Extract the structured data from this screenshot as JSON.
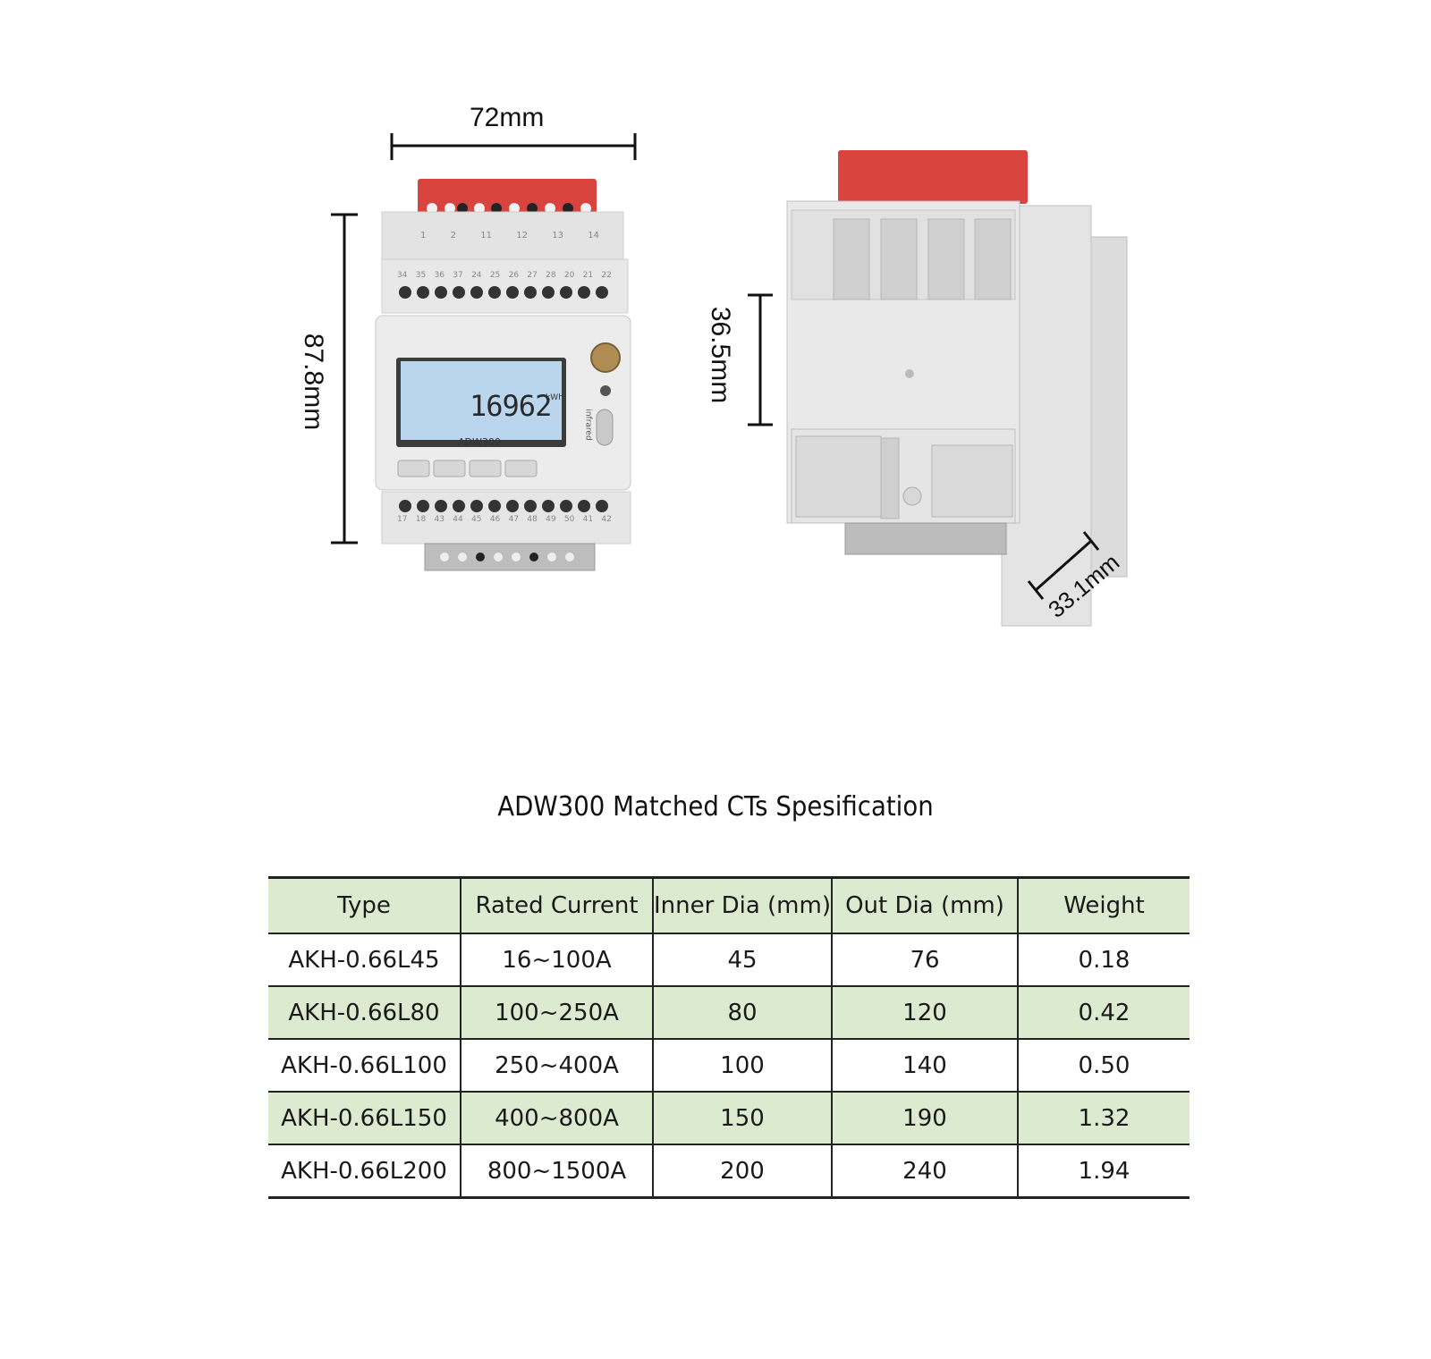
{
  "dimensions": {
    "width_label": "72mm",
    "height_label": "87.8mm",
    "depth_label": "36.5mm",
    "thickness_label": "33.1mm"
  },
  "device": {
    "model_label": "ADW300",
    "lcd_reading": "16962",
    "lcd_unit": "kWh",
    "infrared_label": "infrared",
    "top_terminal_numbers": [
      "1",
      "2",
      "11",
      "12",
      "13",
      "14"
    ],
    "upper_terminal_numbers": [
      "34",
      "35",
      "36",
      "37",
      "24",
      "25",
      "26",
      "27",
      "28",
      "20",
      "21",
      "22"
    ],
    "lower_terminal_numbers": [
      "17",
      "18",
      "43",
      "44",
      "45",
      "46",
      "47",
      "48",
      "49",
      "50",
      "41",
      "42"
    ]
  },
  "table": {
    "title": "ADW300 Matched CTs Spesification",
    "headers": [
      "Type",
      "Rated Current",
      "Inner Dia (mm)",
      "Out Dia (mm)",
      "Weight"
    ],
    "rows": [
      [
        "AKH-0.66L45",
        "16~100A",
        "45",
        "76",
        "0.18"
      ],
      [
        "AKH-0.66L80",
        "100~250A",
        "80",
        "120",
        "0.42"
      ],
      [
        "AKH-0.66L100",
        "250~400A",
        "100",
        "140",
        "0.50"
      ],
      [
        "AKH-0.66L150",
        "400~800A",
        "150",
        "190",
        "1.32"
      ],
      [
        "AKH-0.66L200",
        "800~1500A",
        "200",
        "240",
        "1.94"
      ]
    ]
  },
  "colors": {
    "terminal_red": "#d9443f",
    "housing": "#e6e6e6",
    "lcd": "#b9d6ee",
    "table_green": "#dcebd0"
  }
}
